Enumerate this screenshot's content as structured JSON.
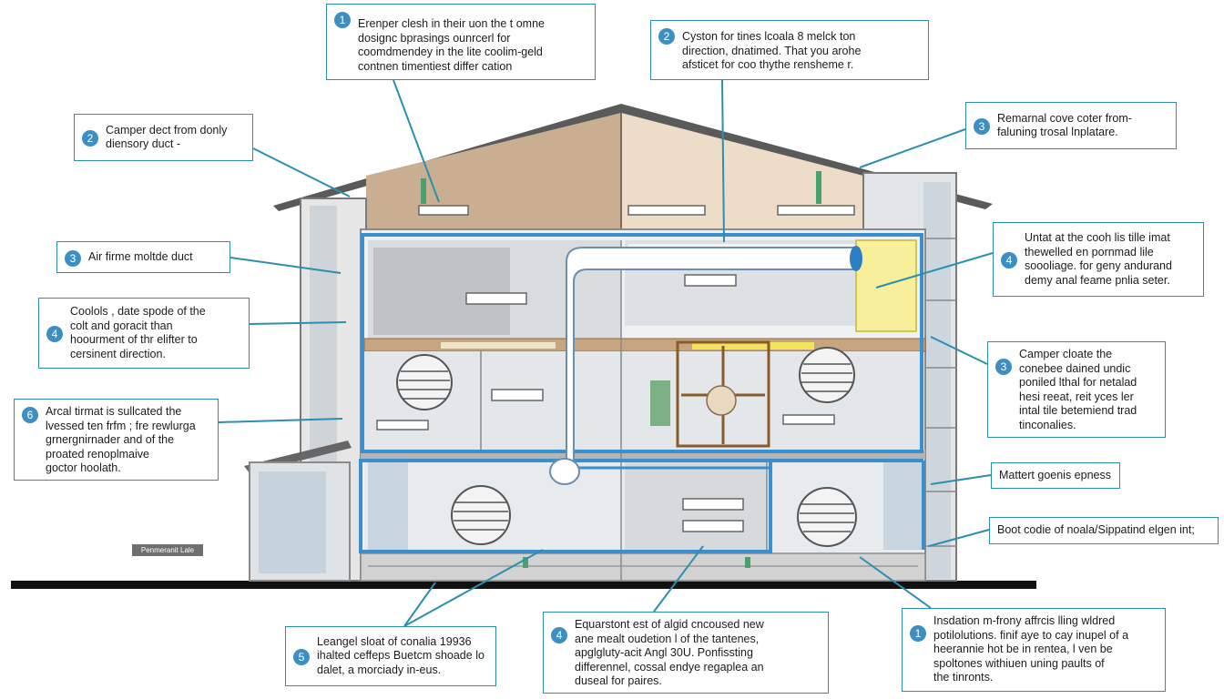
{
  "callouts": [
    {
      "id": "c1",
      "num": "1",
      "text": "Erenper clesh in their uon the t omne\ndosignc bprasings ounrcerl for\ncoomdmendey in the lite coolim-geld\ncontnen timentiest differ cation"
    },
    {
      "id": "c2",
      "num": "2",
      "text": "Cyston for tines lcoala  8 melck ton\ndirection, dnatimed. That you arohe\nafsticet for coo thythe rensheme r."
    },
    {
      "id": "c3",
      "num": "3",
      "text": "Remarnal cove coter from-\nfaluning  trosal lnplatare."
    },
    {
      "id": "c4",
      "num": "2",
      "text": "Camper dect from donly\ndiensory duct -"
    },
    {
      "id": "c5",
      "num": "3",
      "text": "Air firme moltde duct"
    },
    {
      "id": "c6",
      "num": "4",
      "text": "Coolols , date spode of the\ncolt and goracit than\nhoourment of thr elifter to\ncersinent direction."
    },
    {
      "id": "c7",
      "num": "6",
      "text": "Arcal tirmat is sullcated the\nlvessed ten frfm ; fre rewlurga\ngrnergnirnader and of the\nproated renoplmaive\ngoctor hoolath."
    },
    {
      "id": "c8",
      "num": "4",
      "text": "Untat at the cooh lis tille imat\nthewelled en pornmad lile\nsoooliage. for geny andurand\ndemy anal feame pnlia seter."
    },
    {
      "id": "c9",
      "num": "3",
      "text": "Camper cloate the\nconebee dained undic\nponiled lthal for netalad\nhesi reeat, reit yces ler\nintal tile betemiend trad\ntinconalies."
    },
    {
      "id": "c10",
      "text": "Mattert goenis epness"
    },
    {
      "id": "c11",
      "text": "Boot codie of noala/Sippatind elgen int;"
    },
    {
      "id": "c12",
      "num": "5",
      "text": "Leangel sloat of conalia 19936\nihalted ceffeps Buetcm shoade lo\ndalet, a morciady in-eus."
    },
    {
      "id": "c13",
      "num": "4",
      "text": "Equarstont est of algid cncoused new\nane mealt oudetion l of the tantenes,\napglgluty-acit Angl 30U. Ponfissting\ndifferennel, cossal endye regaplea an\nduseal for paires."
    },
    {
      "id": "c14",
      "num": "1",
      "text": "Insdation m-frony affrcis lling wldred\npotilolutions. finif aye to cay inupel of a\nheerannie hot be in rentea, l ven be\nspoltones withiuen uning paults of\nthe tinronts."
    }
  ],
  "small_tag": "Penmeranit Lale",
  "colors": {
    "duct_blue": "#3a8fd0",
    "leader_teal": "#2c8fb0",
    "roof_dark": "#5a5a5a",
    "attic_tan": "#c9ae92",
    "wall_grey": "#a0a0a0",
    "floor_beam": "#c7a57e",
    "insulation_yellow": "#f7ef9a",
    "badge_blue": "#3d8fc1"
  }
}
